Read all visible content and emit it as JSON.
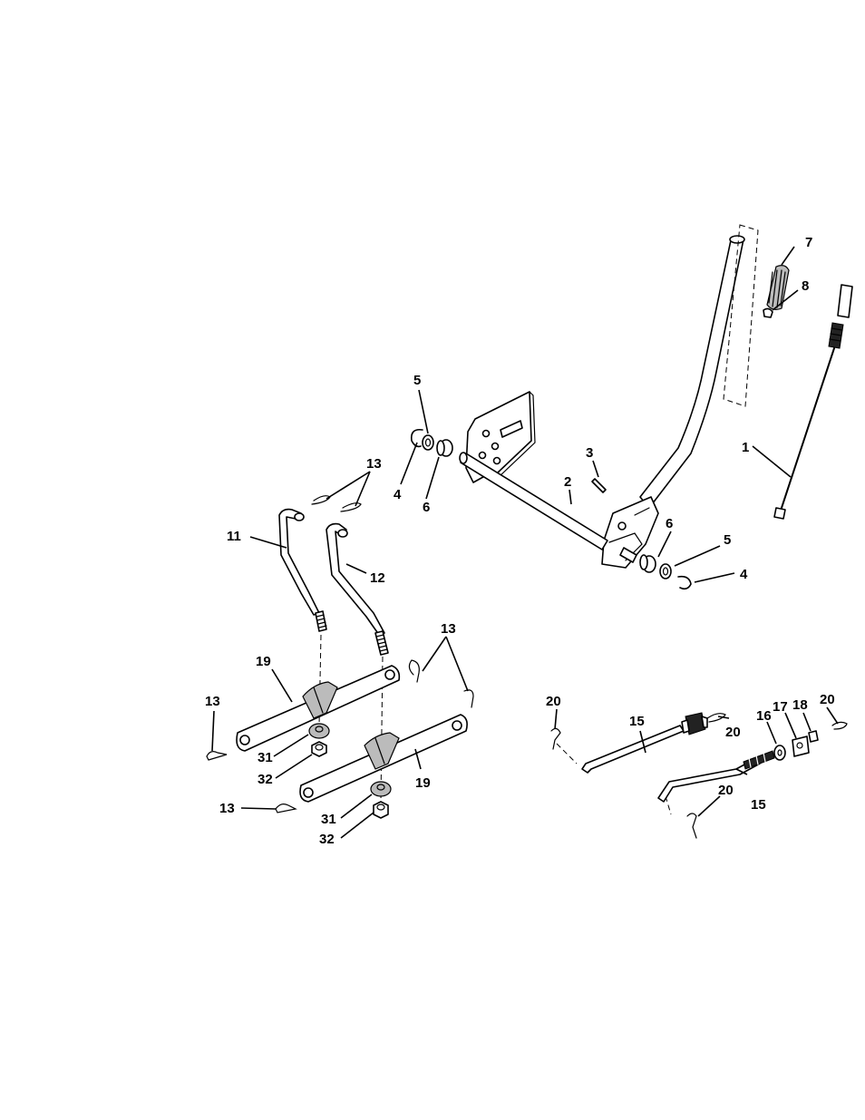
{
  "callouts": [
    {
      "id": "c1",
      "text": "1"
    },
    {
      "id": "c2",
      "text": "2"
    },
    {
      "id": "c3",
      "text": "3"
    },
    {
      "id": "c4a",
      "text": "4"
    },
    {
      "id": "c4b",
      "text": "4"
    },
    {
      "id": "c5a",
      "text": "5"
    },
    {
      "id": "c5b",
      "text": "5"
    },
    {
      "id": "c6a",
      "text": "6"
    },
    {
      "id": "c6b",
      "text": "6"
    },
    {
      "id": "c7",
      "text": "7"
    },
    {
      "id": "c8",
      "text": "8"
    },
    {
      "id": "c11",
      "text": "11"
    },
    {
      "id": "c12",
      "text": "12"
    },
    {
      "id": "c13a",
      "text": "13"
    },
    {
      "id": "c13b",
      "text": "13"
    },
    {
      "id": "c13c",
      "text": "13"
    },
    {
      "id": "c13d",
      "text": "13"
    },
    {
      "id": "c15a",
      "text": "15"
    },
    {
      "id": "c15b",
      "text": "15"
    },
    {
      "id": "c16",
      "text": "16"
    },
    {
      "id": "c17",
      "text": "17"
    },
    {
      "id": "c18",
      "text": "18"
    },
    {
      "id": "c19a",
      "text": "19"
    },
    {
      "id": "c19b",
      "text": "19"
    },
    {
      "id": "c20a",
      "text": "20"
    },
    {
      "id": "c20b",
      "text": "20"
    },
    {
      "id": "c20c",
      "text": "20"
    },
    {
      "id": "c20d",
      "text": "20"
    },
    {
      "id": "c31a",
      "text": "31"
    },
    {
      "id": "c31b",
      "text": "31"
    },
    {
      "id": "c32a",
      "text": "32"
    },
    {
      "id": "c32b",
      "text": "32"
    }
  ]
}
